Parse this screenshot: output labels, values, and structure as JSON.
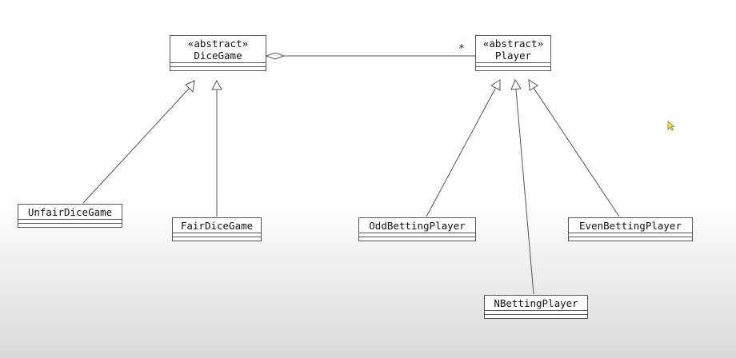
{
  "classes": {
    "dice_game": {
      "stereotype": "«abstract»",
      "name": "DiceGame"
    },
    "player": {
      "stereotype": "«abstract»",
      "name": "Player"
    },
    "unfair_dice_game": {
      "name": "UnfairDiceGame"
    },
    "fair_dice_game": {
      "name": "FairDiceGame"
    },
    "odd_betting_player": {
      "name": "OddBettingPlayer"
    },
    "even_betting_player": {
      "name": "EvenBettingPlayer"
    },
    "n_betting_player": {
      "name": "NBettingPlayer"
    }
  },
  "association": {
    "multiplicity": "*"
  },
  "colors": {
    "line": "#555555",
    "cursor": "#f2e34c"
  }
}
